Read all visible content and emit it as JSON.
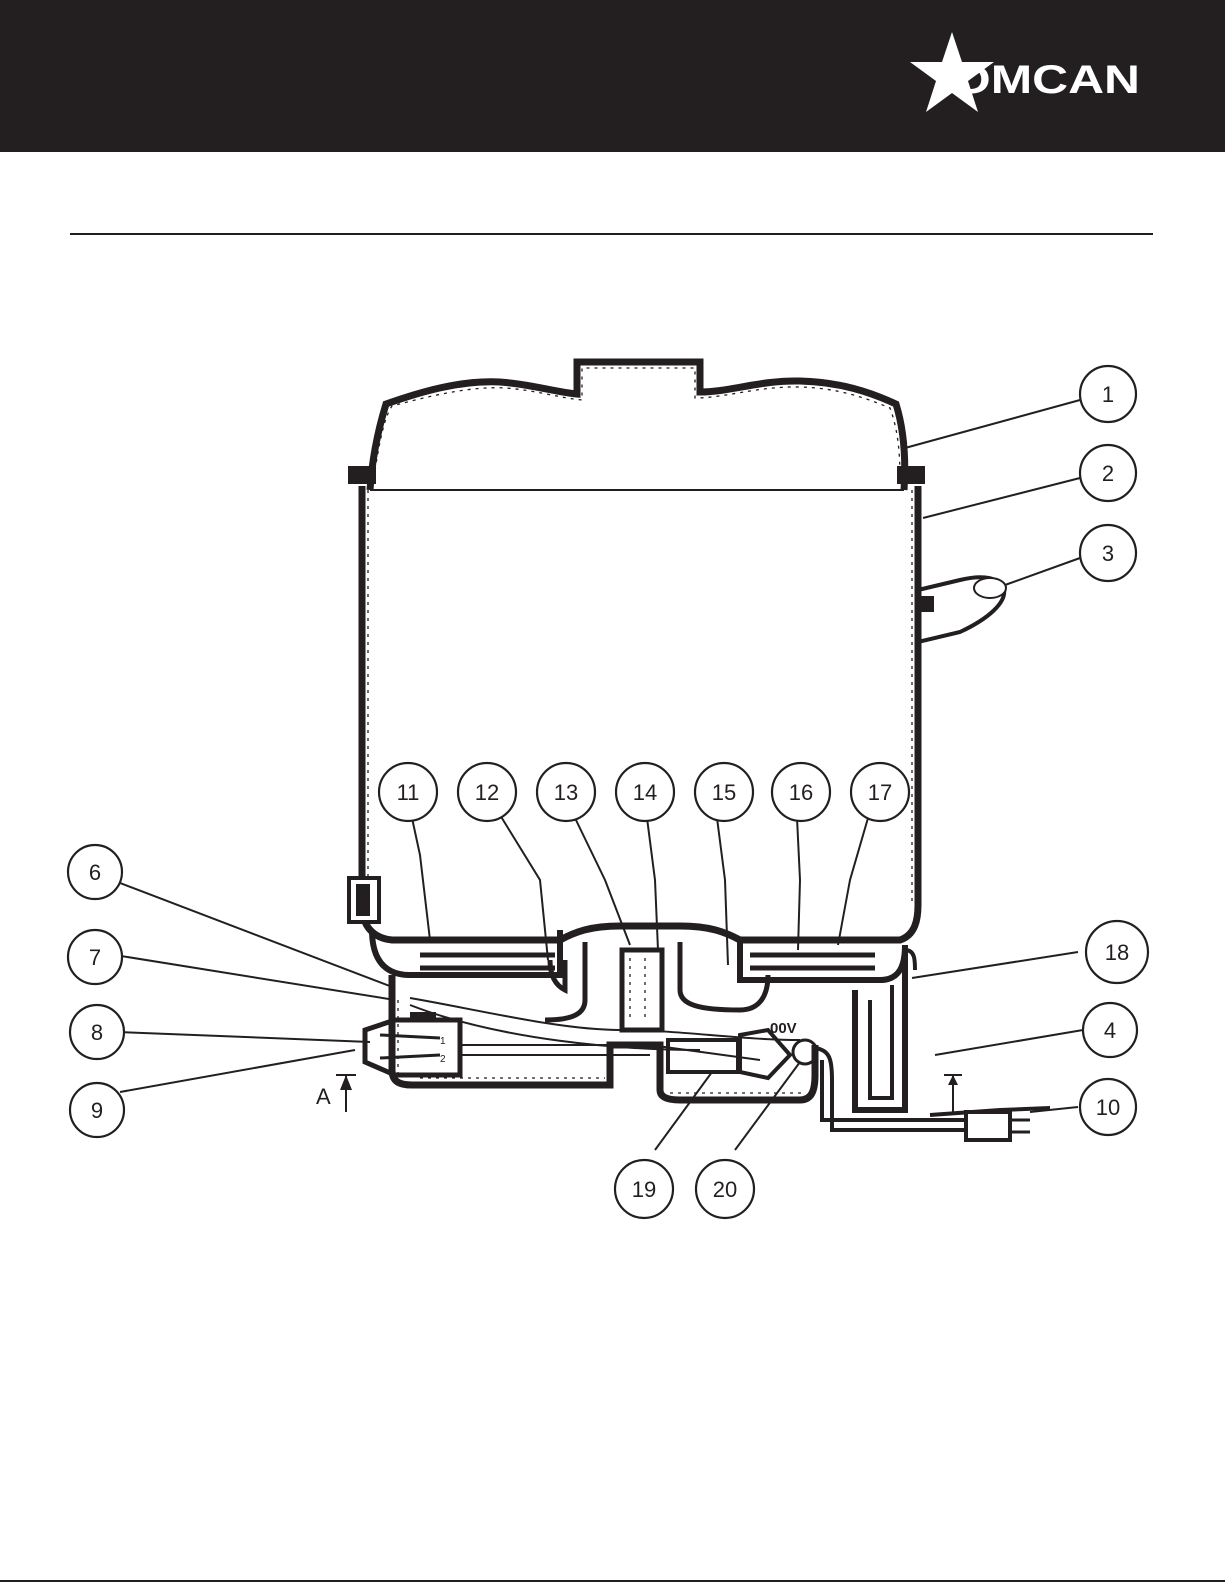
{
  "brand": {
    "name": "OMCAN",
    "header_color": "#231f20",
    "logo_icon": "star-icon"
  },
  "diagram": {
    "section_label": "A",
    "voltage_mark": "00V",
    "callouts": [
      {
        "id": "1",
        "label": "1"
      },
      {
        "id": "2",
        "label": "2"
      },
      {
        "id": "3",
        "label": "3"
      },
      {
        "id": "4",
        "label": "4"
      },
      {
        "id": "6",
        "label": "6"
      },
      {
        "id": "7",
        "label": "7"
      },
      {
        "id": "8",
        "label": "8"
      },
      {
        "id": "9",
        "label": "9"
      },
      {
        "id": "10",
        "label": "10"
      },
      {
        "id": "11",
        "label": "11"
      },
      {
        "id": "12",
        "label": "12"
      },
      {
        "id": "13",
        "label": "13"
      },
      {
        "id": "14",
        "label": "14"
      },
      {
        "id": "15",
        "label": "15"
      },
      {
        "id": "16",
        "label": "16"
      },
      {
        "id": "17",
        "label": "17"
      },
      {
        "id": "18",
        "label": "18"
      },
      {
        "id": "19",
        "label": "19"
      },
      {
        "id": "20",
        "label": "20"
      }
    ]
  }
}
